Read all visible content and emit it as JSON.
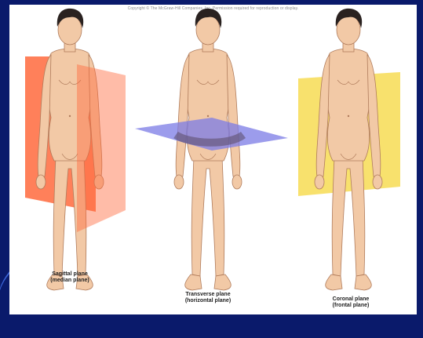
{
  "copyright": "Copyright © The McGraw-Hill Companies, Inc. Permission required for reproduction or display.",
  "figures": [
    {
      "plane": "sagittal",
      "caption_line1": "Sagittal plane",
      "caption_line2": "(median plane)",
      "plane_color": "#ff6a3d"
    },
    {
      "plane": "transverse",
      "caption_line1": "Transverse plane",
      "caption_line2": "(horizontal plane)",
      "plane_color": "#7b7be6"
    },
    {
      "plane": "coronal",
      "caption_line1": "Coronal plane",
      "caption_line2": "(frontal plane)",
      "plane_color": "#f7dc54"
    }
  ],
  "colors": {
    "background": "#0a1a6b",
    "skin": "#f2c9a6",
    "skin_shadow": "#d9a37e",
    "hair": "#2a2220"
  }
}
